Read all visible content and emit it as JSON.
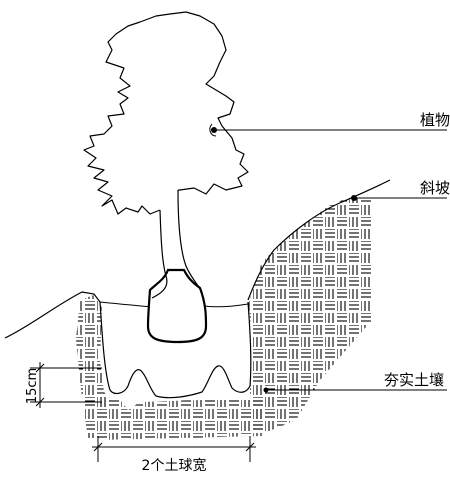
{
  "labels": {
    "plant": "植物",
    "slope": "斜坡",
    "compacted_soil": "夯实土壤",
    "depth": "15cm",
    "width": "2个土球宽"
  },
  "colors": {
    "line": "#000000",
    "background": "#ffffff"
  }
}
